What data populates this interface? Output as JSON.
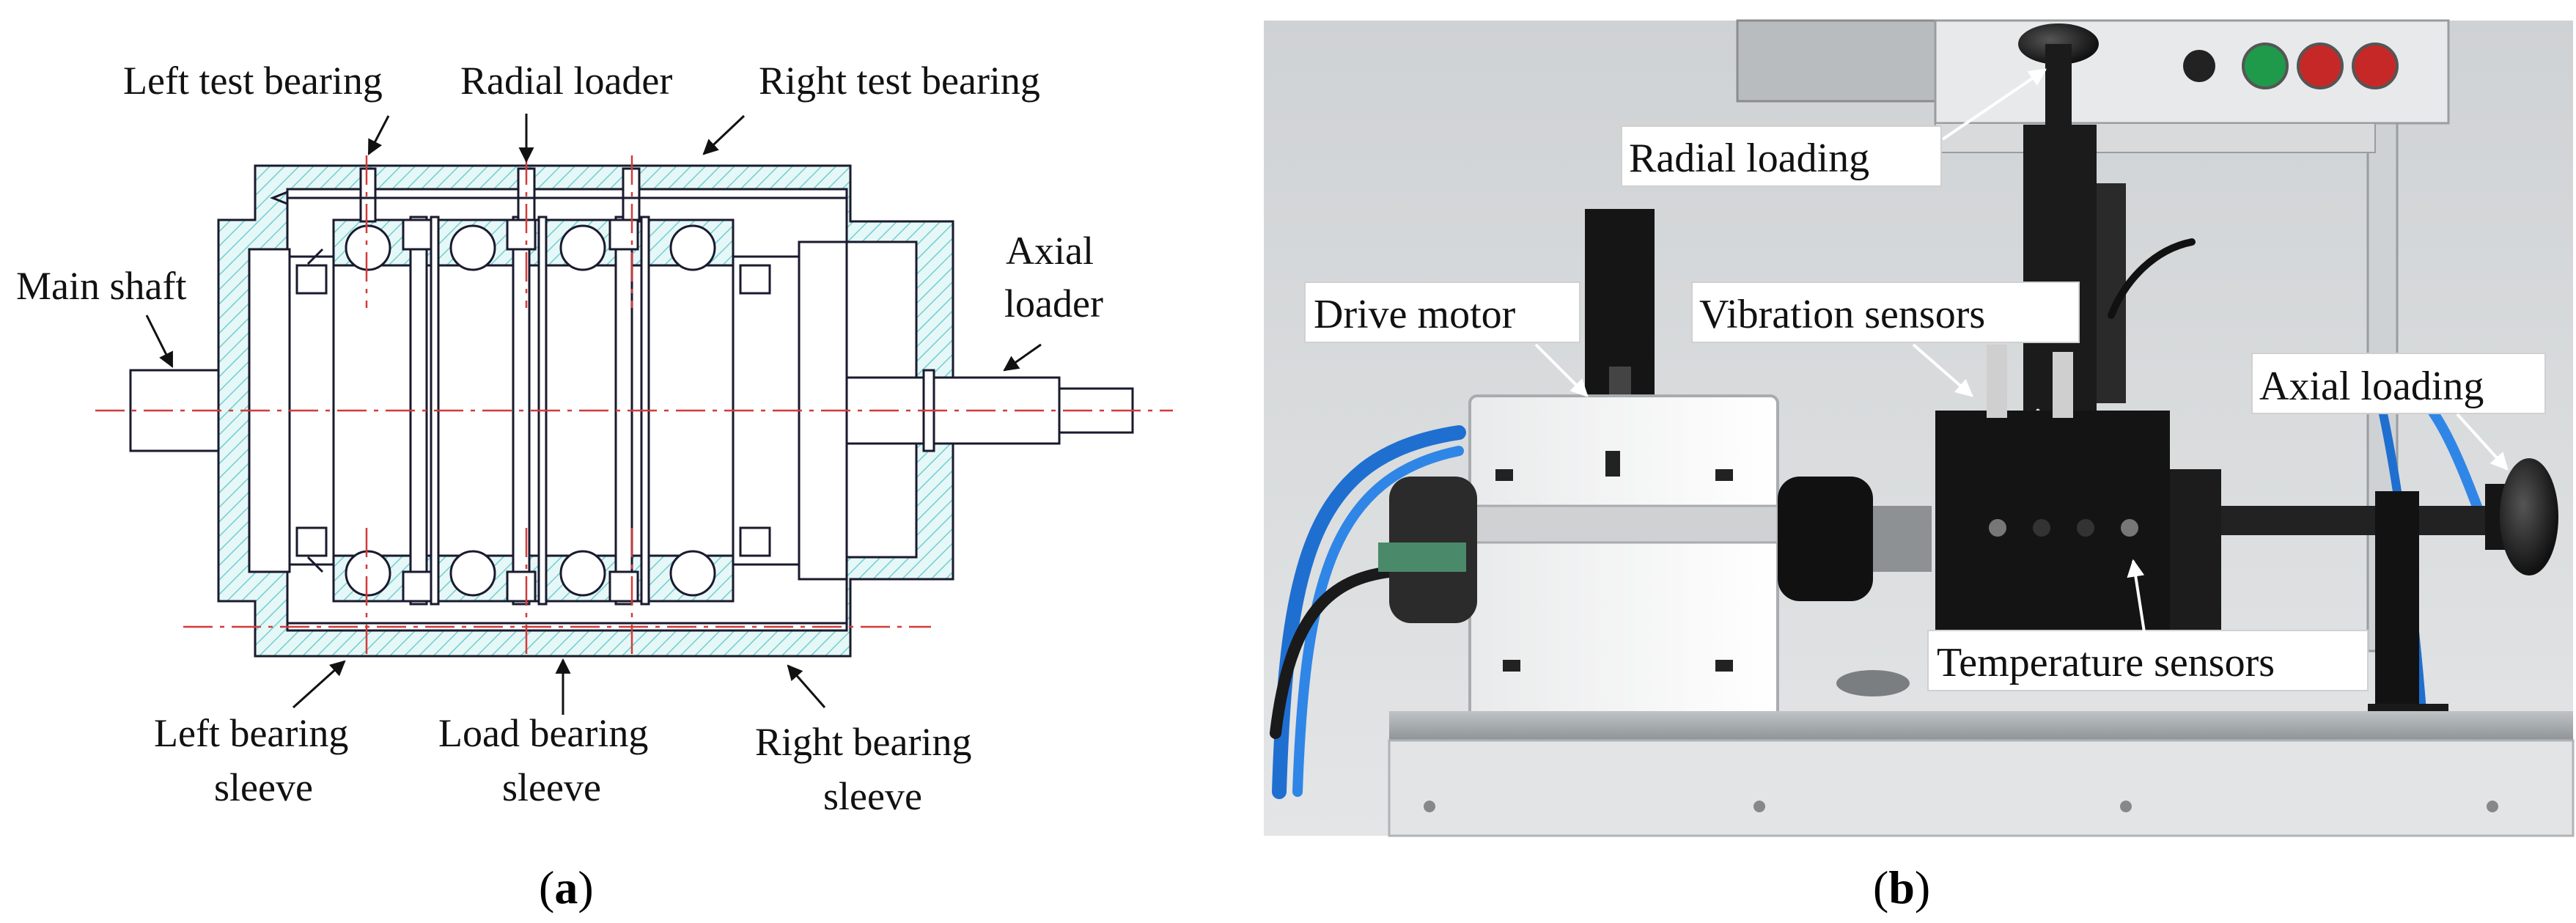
{
  "panel_a": {
    "labels": {
      "left_test_bearing": "Left test bearing",
      "radial_loader": "Radial loader",
      "right_test_bearing": "Right test bearing",
      "main_shaft": "Main shaft",
      "axial_loader_1": "Axial",
      "axial_loader_2": "loader",
      "left_sleeve_1": "Left bearing",
      "left_sleeve_2": "sleeve",
      "load_sleeve_1": "Load bearing",
      "load_sleeve_2": "sleeve",
      "right_sleeve_1": "Right bearing",
      "right_sleeve_2": "sleeve"
    },
    "caption_open": "(",
    "caption_letter": "a",
    "caption_close": ")"
  },
  "panel_b": {
    "labels": {
      "radial_loading": "Radial loading",
      "drive_motor": "Drive motor",
      "vibration_sensors": "Vibration sensors",
      "axial_loading": "Axial loading",
      "temperature_sensors": "Temperature sensors"
    },
    "caption_open": "(",
    "caption_letter": "b",
    "caption_close": ")"
  },
  "colors": {
    "hatch": "#7fd6d6",
    "line": "#1a1a2e",
    "centerline": "#d23b3b"
  }
}
